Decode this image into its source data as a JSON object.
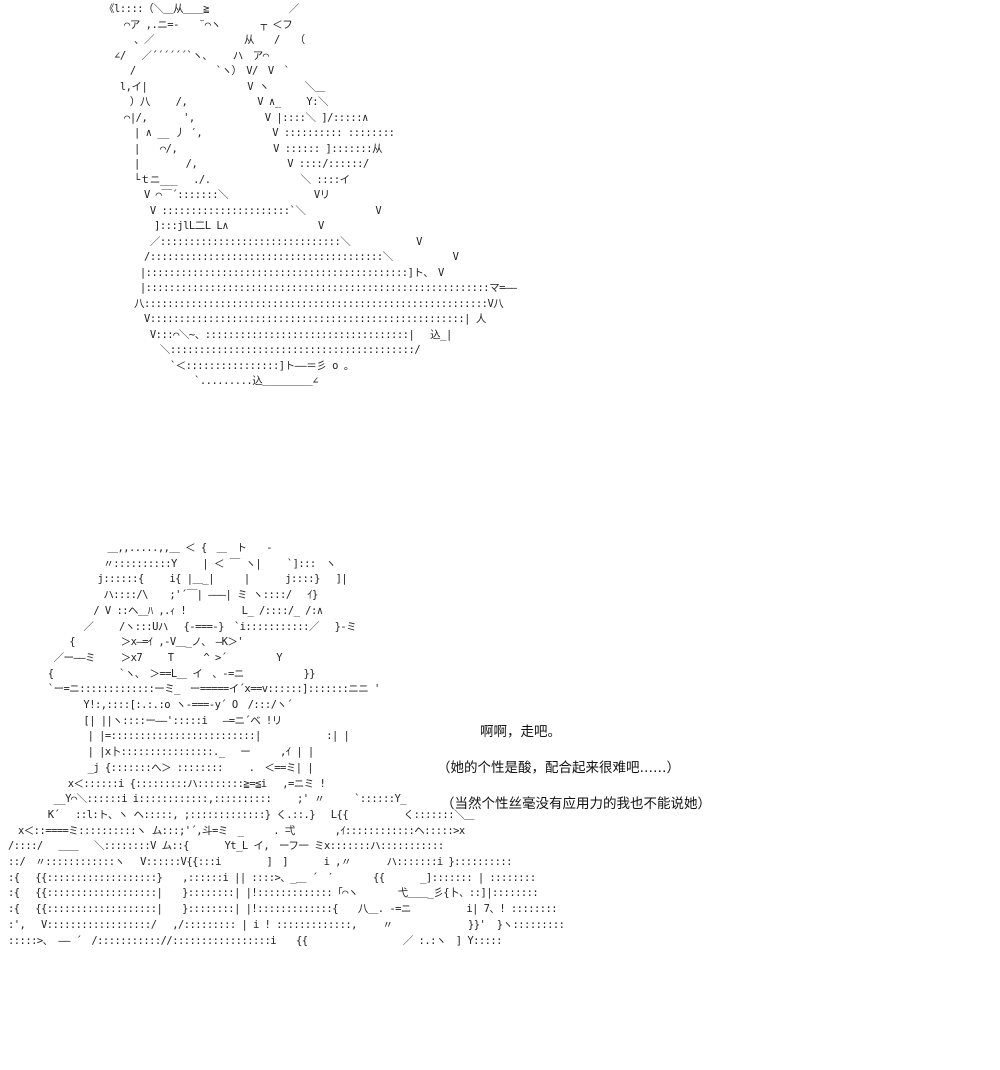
{
  "art": {
    "top": "《l::::（＼＿从＿＿≧　　　　　　　　／\n　　⌒ア ,.ニ=-　　¨⌒ヽ　　　　┬ ＜フ\n　　　、／　　　　　　　　　从　　/　　（\n　∠/　 ／´´´´´´`ヽ、　　 ハ　ア⌒\n　　 /　　　　　　　　`ヽ）　V/　V　`\n　 l,イ|　　　　　　　　　　V ヽ　　　 ＼＿\n　　 ）八　　 /,　　　　　　　V ∧_　　 Y:＼\n　　⌒|/,　　　 ',　　　　　　　V |::::＼ ]/:::::∧\n　　　| ∧ __ 丿 ′,　　　　　　　V :::::::::: ::::::::\n　　　|　　⌒/,　　　　　　　　　 V :::::: ]:::::::从\n　　　|　　　　 /,　　　　　　　　　V ::::/::::::/\n　　　└ｔニ___　 ./.　　　　　　　　　＼ ::::イ\n　　　　V ⌒￣´:::::::＼　　　　　　　　 Vリ\n　　　　 V ::::::::::::::::::::::`＼　　　　　　　V\n　　　　　]:::jlL二L L∧　　　　　　　　　V\n　　　　 ／:::::::::::::::::::::::::::::::＼　　　　　　 V\n　　　　/::::::::::::::::::::::::::::::::::::::::＼　　　　　　V\n　　　 |:::::::::::::::::::::::::::::::::::::::::::::]ト、　V\n　　　 |:::::::::::::::::::::::::::::::::::::::::::::::::::::::::::マ=――\n　　　八:::::::::::::::::::::::::::::::::::::::::::::::::::::::::::V八\n　　　　V::::::::::::::::::::::::::::::::::::::::::::::::::::::| 人\n　　　　 V:::⌒＼~、:::::::::::::::::::::::::::::::::::|　 込_|\n　　　　　 ＼::::::::::::::::::::::::::::::::::::::::::/\n　　　　　　 `＜::::::::::::::::]ト――＝彡 o 。\n　　　　　　　　　`.........込＿＿＿＿＿∠",
    "bottom": "　　　　　　　　　　＿,,.....,,＿ ＜ {　＿　ト　　-\n　　　　　　　　　 〃::::::::::Y　　 | ＜ ￣ ヽ|　　 `]:::　ヽ\n　　　　　　　　　j::::::{　　 i{ |＿_|　　　|　　　 j::::}　 ]|\n　　　　　　　　　 ハ::::/\\ 　 ;'´￣| ―――| ミ ヽ::::/　 ｲ}\n　　　　　　　　 / V ::ヘ＿ﾊ ,.ｨ ! 　　　　　L_ /::::/_ /:∧\n　　　　　　　 ／　　 /ヽ:::Uハ　 {-===-}　`i:::::::::::／　 }-ミ\n　　　 　　 {　　　　 ＞x―=ｲ ,-V＿_ノ、　―K＞'\n　　　　 ／ー――ミ　　 ＞x7　　 T　　　^ >´　　　　　Y\n　　　　{　　　　　　 `ヽ、　＞==L＿ イ　、-=ニ　　　　　　}}\n　　　　`ー=ニ:::::::::::::ーミ_　ー=====イ´x==v::::::]:::::::ニニ '\n　　　　　　　 Y!:,::::[:.:.:o ヽ-===-y´ O　/:::/ヽ´\n　　　　　　　 [| ||ヽ::::ー――':::::i　 ―=ニ´ベ !リ\n　　　　　　　　| |=:::::::::::::::::::::::::|　　　　　　 :| |\n　　　　　　　　| |x卜::::::::::::::::._　 ー　　　,ｲ | |\n　　　　　　　　_j {:::::::へ＞ ::::::::　　 .　＜==ミ| |\n　　　　　　x＜::::::i {:::::::::ハ::::::::≧=≦i　 ,=ニミ !\n　　　　 __Y⌒＼::::::i i::::::::::::,::::::::::　　 ;' 〃　　　`::::::Y_\n　　　　K´　 ::l:ト、ヽ ヘ:::::, ;:::::::::::::} く.::.}　 L{{　　　　　 く:::::::＼＿\n　x＜::====ミ::::::::::ヽ ム:::;'´,斗=ミ　_　　　. 弌　　　　,ｲ::::::::::::ヘ:::::>x\n/::::/　 ＿＿　 ＼::::::::V ム::{　　　 Yt_L イ,　ーフ一 ミx:::::::ハ:::::::::::\n::/　〃::::::::::::ヽ　 V::::::V{{:::i　　　　 ]　]　　　 i ,〃　　　 ハ:::::::i }::::::::::\n:{　 {{:::::::::::::::::::}　　,::::::i || ::::>、_＿ ´　′　　　　{{　　　 _]::::::: | ::::::::\n:{　 {{:::::::::::::::::::|　　}::::::::| |!:::::::::::::「⌒ヽ　　　　弋＿＿_彡{卜、::]|::::::::\n:{　 {{:::::::::::::::::::|　　}::::::::| |!:::::::::::::{　　八＿. -=ニ　　　　　 i| 7、! ::::::::\n:',　 V::::::::::::::::::/　 ,/::::::::: | i ! :::::::::::::,　　 〃　　　　　　　 }}'  }ヽ:::::::::\n:::::>、 ―― ´　/::::::::::://:::::::::::::::::i　　{{　　　　　　　　　 ／ :.:ヽ　] Y:::::"
  },
  "captions": {
    "line1": "啊啊，走吧。",
    "line2": "（她的个性是酸，配合起来很难吧……）",
    "line3": "（当然个性丝毫没有应用力的我也不能说她）"
  }
}
